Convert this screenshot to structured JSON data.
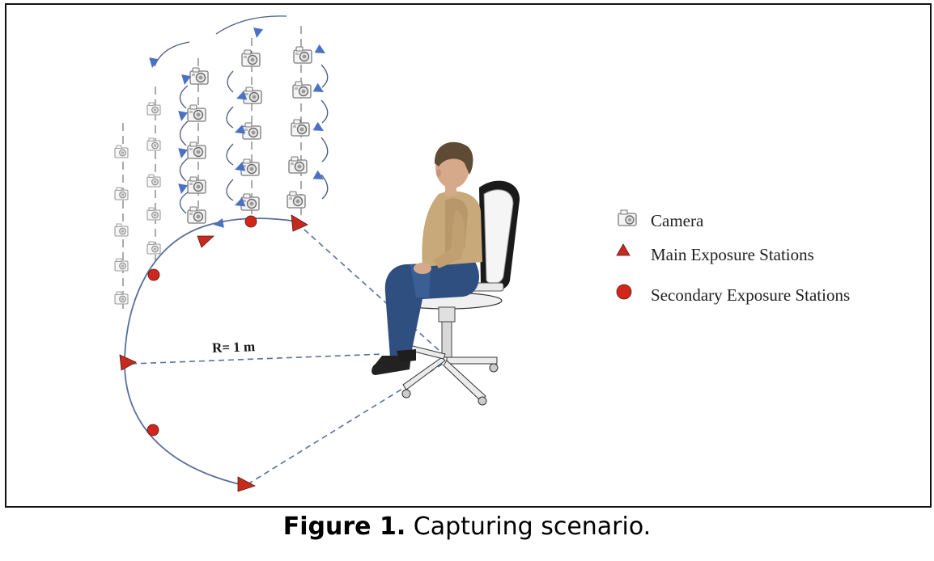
{
  "figure": {
    "radius_label": "R= 1 m",
    "legend": [
      {
        "icon": "camera-icon",
        "label": "Camera"
      },
      {
        "icon": "triangle-marker-icon",
        "label": "Main Exposure Stations",
        "color": "#c62a1f"
      },
      {
        "icon": "circle-marker-icon",
        "label": "Secondary Exposure Stations",
        "color": "#d0261c"
      }
    ],
    "colors": {
      "path": "#5b6f9c",
      "arrow": "#4a72c4",
      "marker": "#c62a1f",
      "camera": "#8a8a8a"
    }
  },
  "caption": {
    "number": "Figure 1.",
    "text": " Capturing scenario."
  }
}
